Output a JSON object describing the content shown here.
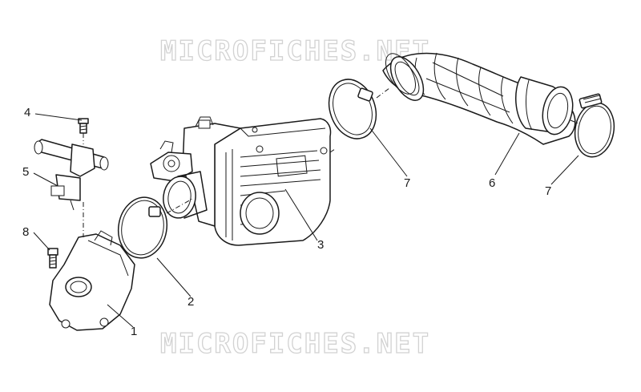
{
  "watermark": {
    "top": "MICROFICHES.NET",
    "bottom": "MICROFICHES.NET"
  },
  "callouts": {
    "p1": "1",
    "p2": "2",
    "p3": "3",
    "p4": "4",
    "p5": "5",
    "p6": "6",
    "p7a": "7",
    "p7b": "7",
    "p8": "8"
  },
  "colors": {
    "line": "#1a1a1a",
    "watermark": "#d2d2d2",
    "background": "#ffffff"
  }
}
